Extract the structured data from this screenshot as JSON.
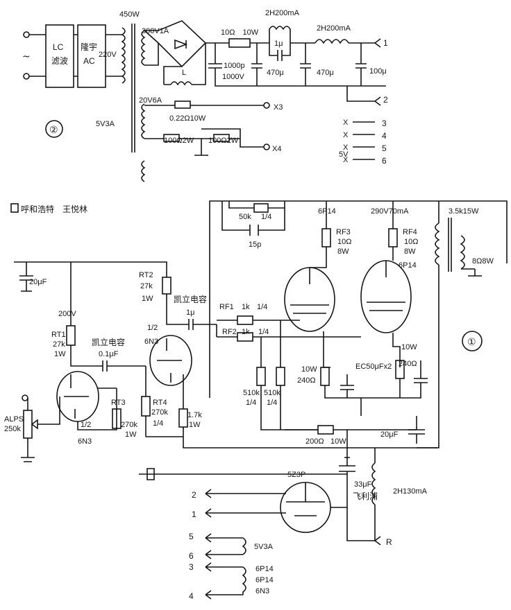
{
  "figure1": {
    "marker": "①",
    "byline": "呼和浩特　王悦林",
    "labels": {
      "c20u_top": "20μF",
      "b200v": "200V",
      "rt1": "RT1",
      "rt1_val": "27k",
      "rt1_w": "1W",
      "cap_brand1": "凯立电容",
      "cap01u": "0.1μF",
      "rt2": "RT2",
      "rt2_val": "27k",
      "rt2_w": "1W",
      "cap_brand2": "凯立电容",
      "cap1u": "1μ",
      "v1_half": "1/2",
      "v1_type": "6N3",
      "v2_half": "1/2",
      "v2_type": "6N3",
      "alps": "ALPS",
      "alps_val": "250k",
      "rt3": "RT3",
      "rt3_val": "270k",
      "rt3_w": "1W",
      "rt4": "RT4",
      "rt4_val": "270k",
      "rt4_w": "1/4",
      "r17k": "1.7k",
      "r17k_w": "1W",
      "fb_r": "50k",
      "fb_w": "1/4",
      "fb_c": "15p",
      "rf1": "RF1",
      "rf1_val": "1k",
      "rf1_w": "1/4",
      "rf2": "RF2",
      "rf2_val": "1k",
      "rf2_w": "1/4",
      "r510a": "510k",
      "r510a_w": "1/4",
      "r510b": "510k",
      "r510b_w": "1/4",
      "tube_a": "6P14",
      "b290": "290V70mA",
      "tube_b": "6P14",
      "rf3": "RF3",
      "rf3_val": "10Ω",
      "rf3_w": "8W",
      "rf4": "RF4",
      "rf4_val": "10Ω",
      "rf4_w": "8W",
      "ot": "3.5k15W",
      "spk": "8Ω8W",
      "rk1_w": "10W",
      "rk1_val": "240Ω",
      "rk2_w": "10W",
      "rk2_val": "240Ω",
      "ec50": "EC50μFx2",
      "r200": "200Ω",
      "r200_w": "10W",
      "c20u_b": "20μF",
      "rect": "5Z3P",
      "c33u": "33μF",
      "brand3": "飞利浦",
      "choke3": "2H130mA",
      "out_r": "R",
      "pin2": "2",
      "pin1": "1",
      "pin5": "5",
      "pin6": "6",
      "pin3": "3",
      "pin4": "4",
      "fil1": "5V3A",
      "fil2a": "6P14",
      "fil2b": "6P14",
      "fil2c": "6N3"
    }
  },
  "figure2": {
    "marker": "②",
    "labels": {
      "ac": "~",
      "lc1": "LC",
      "lc2": "滤波",
      "ly1": "隆宇",
      "ly2": "AC",
      "w450": "450W",
      "v220": "220V",
      "s300": "300V1A",
      "l": "L",
      "r10": "10Ω　10W",
      "c1000": "1000p",
      "v1000": "1000V",
      "ch1": "2H200mA",
      "c1u": "1μ",
      "ch2": "2H200mA",
      "c470a": "470μ",
      "c470b": "470μ",
      "c100": "100μ",
      "o1": "1",
      "o2": "2",
      "s20": "20V6A",
      "r022": "0.22Ω10W",
      "r100a": "100Ω2W",
      "r100b": "100Ω2W",
      "x3": "X3",
      "x4": "X4",
      "s5v": "5V3A",
      "xa": "X",
      "xb": "X",
      "xc": "X",
      "xd": "X",
      "n3": "3",
      "n4": "4",
      "n5": "5",
      "n6": "6",
      "v5": "5V"
    }
  }
}
